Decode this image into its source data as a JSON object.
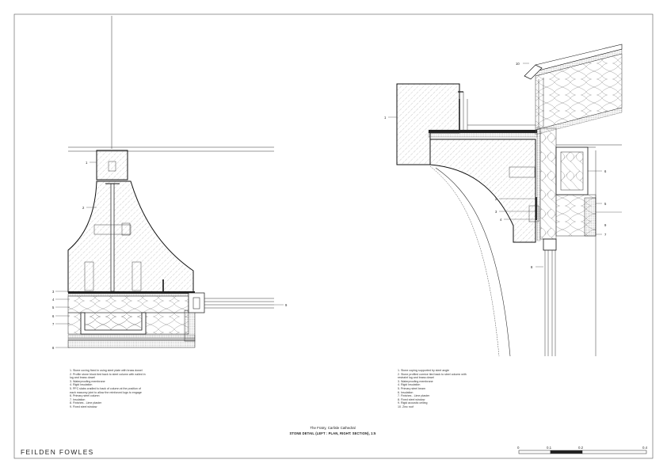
{
  "left_notes": [
    "1. Stone coving fixed in using steel plate with brass dowel",
    "2. Profile stone block tied back to steel column with nailed in",
    "lug and brass dowel",
    "3. Waterproofing membrane",
    "4. Rigid insulation",
    "5. PFC slabs cradled to back of column at the position of",
    "each masonry joint to allow the reinforced lugs to engage",
    "6. Primary steel column",
    "7. Insulation",
    "8. Finishes - Lime plaster",
    "9. Fixed steel window"
  ],
  "right_notes": [
    "1. Stone coping supported by steel angle",
    "2. Stone profiled cornice tied back to steel column with",
    "restraint lug and brass dowel",
    "3. Waterproofing membrane",
    "4. Rigid insulation",
    "5. Primary steel beam",
    "6. Insulation",
    "7. Finishes - Lime plaster",
    "8. Fixed steel window",
    "9. Rigid acoustic ceiling",
    "10. Zinc roof"
  ],
  "left_labels": [
    "1",
    "2",
    "3",
    "4",
    "5",
    "6",
    "7",
    "8",
    "9"
  ],
  "right_labels": [
    "10",
    "1",
    "6",
    "2",
    "3",
    "4",
    "5",
    "9",
    "7",
    "8"
  ],
  "title": {
    "project": "The Fratry, Carlisle Cathedral",
    "drawing": "STONE DETAIL (LEFT : PLAN, RIGHT: SECTION), 1:5"
  },
  "firm": "FEILDEN FOWLES",
  "scale_bar": [
    "0",
    "0.1",
    "0.2",
    "0.4"
  ]
}
